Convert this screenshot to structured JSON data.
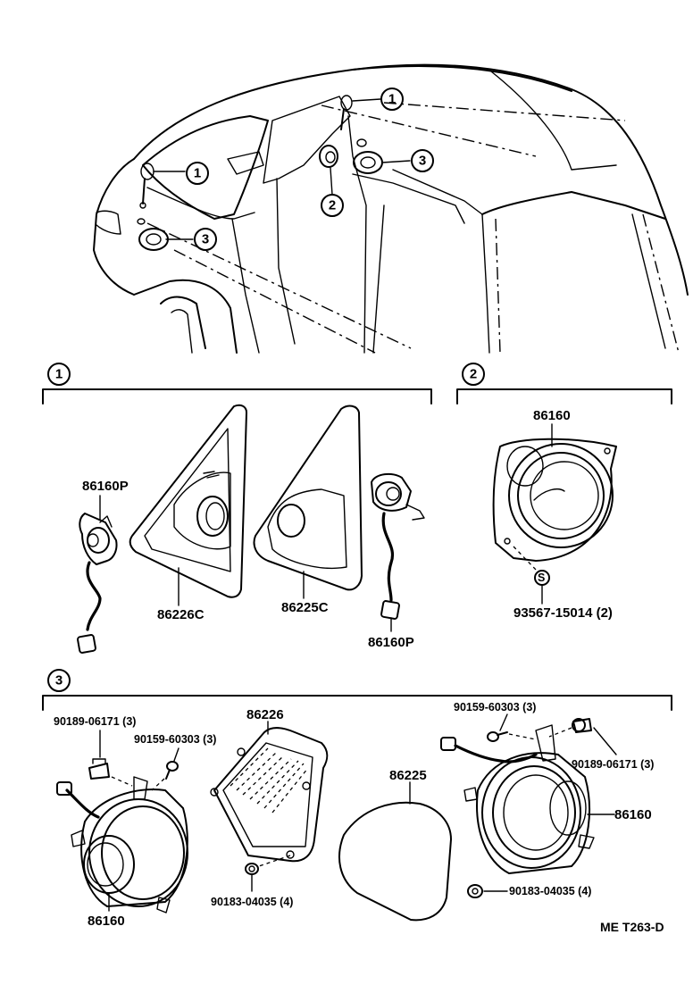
{
  "callouts": {
    "c1": "1",
    "c2": "2",
    "c3": "3"
  },
  "labels": {
    "sec1_left_speaker": "86160P",
    "sec1_left_cover": "86226C",
    "sec1_right_cover": "86225C",
    "sec1_right_speaker": "86160P",
    "sec2_speaker": "86160",
    "sec2_screw": "93567-15014 (2)",
    "sec3_left_clip": "90189-06171 (3)",
    "sec3_left_screw": "90159-60303 (3)",
    "sec3_left_grille": "86226",
    "sec3_left_speaker": "86160",
    "sec3_left_nut": "90183-04035 (4)",
    "sec3_right_grille": "86225",
    "sec3_right_screw": "90159-60303 (3)",
    "sec3_right_clip": "90189-06171 (3)",
    "sec3_right_speaker": "86160",
    "sec3_right_nut": "90183-04035 (4)"
  },
  "reference_code": "ME  T263-D"
}
